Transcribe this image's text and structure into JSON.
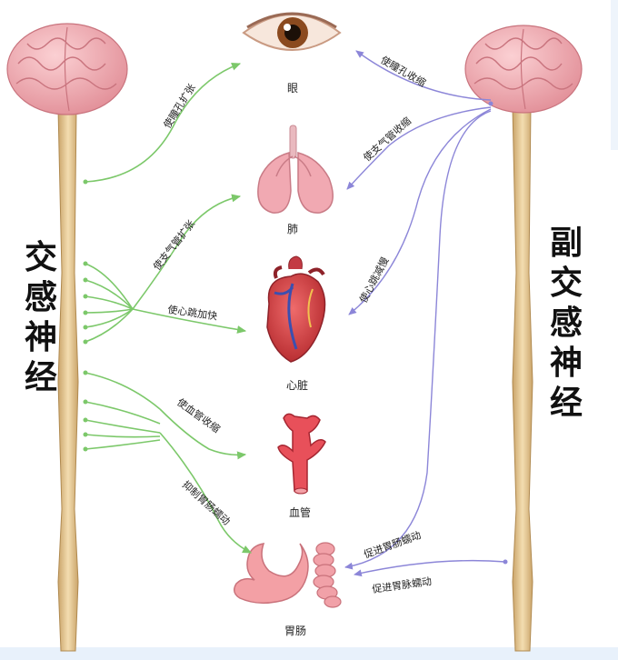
{
  "left_title": "交感神经",
  "right_title": "副交感神经",
  "organs": {
    "eye": "眼",
    "lung": "肺",
    "heart": "心脏",
    "vessel": "血管",
    "stomach": "胃肠"
  },
  "sympathetic_effects": {
    "pupil": "使瞳孔扩张",
    "bronchi": "使支气管扩张",
    "heart": "使心跳加快",
    "vessel": "使血管收缩",
    "gut": "抑制胃肠蠕动"
  },
  "parasympathetic_effects": {
    "pupil": "使瞳孔收缩",
    "bronchi": "使支气管收缩",
    "heart": "使心跳减慢",
    "gut_1": "促进胃肠蠕动",
    "gut_2": "促进胃脉蠕动"
  },
  "colors": {
    "sympathetic": "#7cc86a",
    "parasympathetic": "#8c86d8",
    "brain": "#eeaab0",
    "cord": "#e6c896"
  }
}
